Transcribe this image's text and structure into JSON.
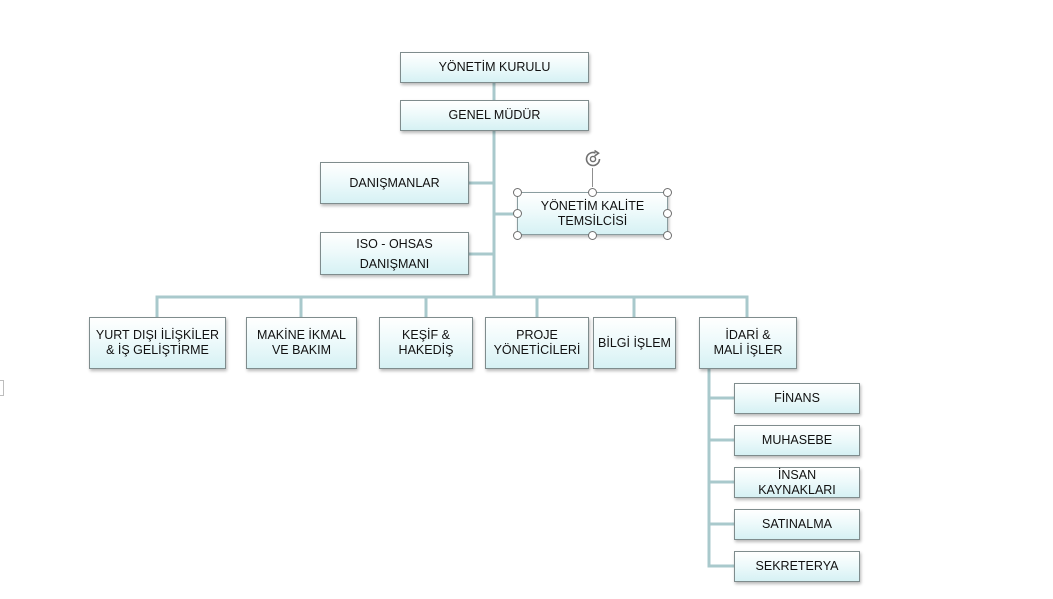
{
  "chart": {
    "board": "YÖNETİM KURULU",
    "general_manager": "GENEL MÜDÜR",
    "advisors": "DANIŞMANLAR",
    "iso_advisor": "ISO - OHSAS\nDANIŞMANI",
    "quality_rep": "YÖNETİM KALİTE\nTEMSİLCİSİ",
    "departments": [
      "YURT DIŞI İLİŞKİLER\n& İŞ GELİŞTİRME",
      "MAKİNE İKMAL\nVE BAKIM",
      "KEŞİF &\nHAKEDİŞ",
      "PROJE\nYÖNETİCİLERİ",
      "BİLGİ İŞLEM",
      "İDARİ &\nMALİ İŞLER"
    ],
    "admin_units": [
      "FİNANS",
      "MUHASEBE",
      "İNSAN KAYNAKLARI",
      "SATINALMA",
      "SEKRETERYA"
    ]
  },
  "colors": {
    "connector": "#a9c9cc",
    "box_top": "#ffffff",
    "box_bottom": "#d6f1f4",
    "box_border": "#7f8c8d"
  },
  "icons": {
    "rotate_handle": "rotate-icon"
  }
}
